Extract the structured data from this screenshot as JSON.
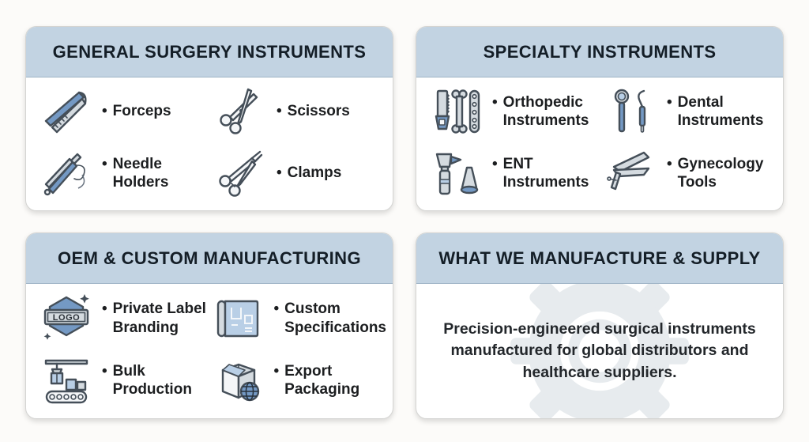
{
  "theme": {
    "page_bg": "#fcfbf9",
    "card_bg": "#ffffff",
    "header_bg": "#c2d3e2",
    "header_text": "#141e27",
    "body_text": "#1c1e20",
    "icon_outline": "#454f59",
    "icon_blue": "#7499c4",
    "icon_light": "#b9cfe6",
    "icon_grey": "#d5dbe0",
    "watermark": "#e7ebee"
  },
  "ui": {
    "bullet": "•"
  },
  "cards": [
    {
      "title": "GENERAL SURGERY INSTRUMENTS",
      "items": [
        {
          "icon": "forceps-icon",
          "label": "Forceps"
        },
        {
          "icon": "scissors-icon",
          "label": "Scissors"
        },
        {
          "icon": "needle-holder-icon",
          "label": "Needle\nHolders"
        },
        {
          "icon": "clamps-icon",
          "label": "Clamps"
        }
      ]
    },
    {
      "title": "SPECIALTY INSTRUMENTS",
      "items": [
        {
          "icon": "orthopedic-icon",
          "label": "Orthopedic\nInstruments"
        },
        {
          "icon": "dental-icon",
          "label": "Dental\nInstruments"
        },
        {
          "icon": "ent-icon",
          "label": "ENT\nInstruments"
        },
        {
          "icon": "gynecology-icon",
          "label": "Gynecology\nTools"
        }
      ]
    },
    {
      "title": "OEM & CUSTOM MANUFACTURING",
      "items": [
        {
          "icon": "private-label-icon",
          "label": "Private Label\nBranding",
          "icon_text": "LOGO"
        },
        {
          "icon": "blueprint-icon",
          "label": "Custom\nSpecifications"
        },
        {
          "icon": "bulk-production-icon",
          "label": "Bulk\nProduction"
        },
        {
          "icon": "export-packaging-icon",
          "label": "Export\nPackaging"
        }
      ]
    },
    {
      "title": "WHAT WE MANUFACTURE & SUPPLY",
      "description": "Precision-engineered surgical instruments\nmanufactured for global distributors and\nhealthcare suppliers."
    }
  ]
}
